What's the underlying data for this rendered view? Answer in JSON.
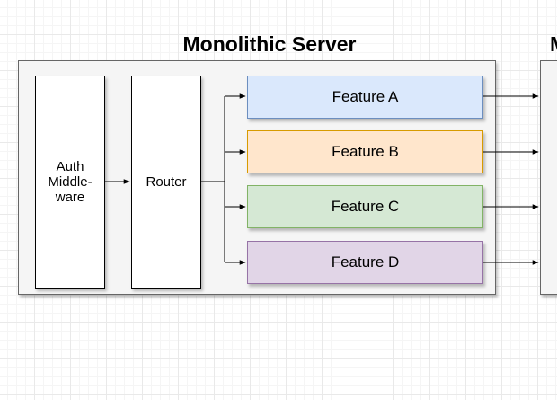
{
  "diagram": {
    "title": "Monolithic Server",
    "title_right_partial": "M",
    "auth_label_lines": [
      "Auth",
      "Middle-",
      "ware"
    ],
    "router_label": "Router",
    "features": [
      {
        "label": "Feature A",
        "fill": "#dae8fc",
        "stroke": "#6c8ebf"
      },
      {
        "label": "Feature B",
        "fill": "#ffe6cc",
        "stroke": "#d79b00"
      },
      {
        "label": "Feature C",
        "fill": "#d5e8d4",
        "stroke": "#82b366"
      },
      {
        "label": "Feature D",
        "fill": "#e1d5e7",
        "stroke": "#9673a6"
      }
    ]
  }
}
